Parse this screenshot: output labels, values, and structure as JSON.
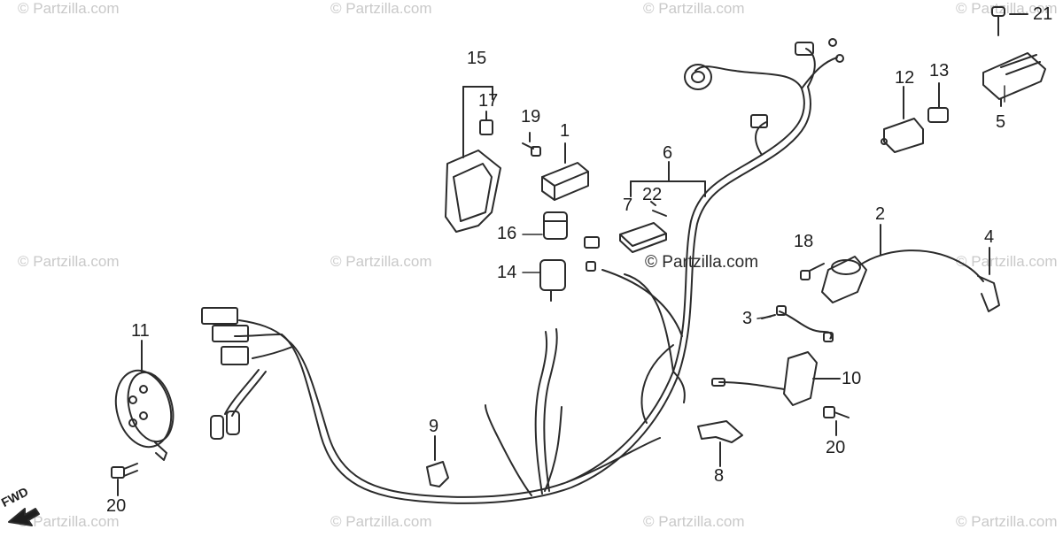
{
  "watermark": {
    "text": "© Partzilla.com",
    "center_text": "© Partzilla.com"
  },
  "fwd_label": "FWD",
  "callouts": {
    "c1": "1",
    "c2": "2",
    "c3": "3",
    "c4": "4",
    "c5": "5",
    "c6": "6",
    "c7": "7",
    "c8": "8",
    "c9": "9",
    "c10": "10",
    "c11": "11",
    "c12": "12",
    "c13": "13",
    "c14": "14",
    "c15": "15",
    "c16": "16",
    "c17": "17",
    "c18": "18",
    "c19": "19",
    "c20a": "20",
    "c20b": "20",
    "c21": "21",
    "c22": "22"
  },
  "colors": {
    "line": "#2b2b2b",
    "watermark": "#c9c9c9",
    "background": "#ffffff"
  }
}
